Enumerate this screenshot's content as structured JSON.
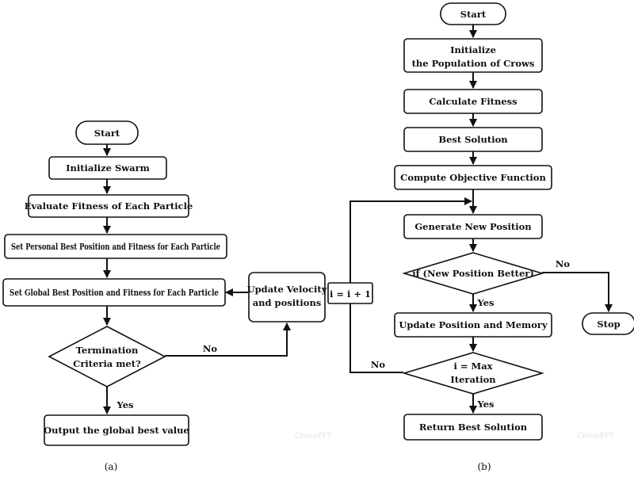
{
  "diagram_a": {
    "nodes": {
      "start": "Start",
      "init_swarm": "Initialize Swarm",
      "eval_fitness": "Evaluate Fitness of Each Particle",
      "personal_best": "Set Personal Best Position and Fitness for Each Particle",
      "global_best": "Set Global Best Position and Fitness for Each Particle",
      "update_velocity_1": "Update Velocity",
      "update_velocity_2": "and positions",
      "termination_1": "Termination",
      "termination_2": "Criteria met?",
      "output": "Output the global best value"
    },
    "edges": {
      "no": "No",
      "yes": "Yes"
    },
    "caption": "(a)",
    "watermark": "ChinaEFT"
  },
  "diagram_b": {
    "nodes": {
      "start": "Start",
      "init_pop_1": "Initialize",
      "init_pop_2": "the Population of Crows",
      "calc_fitness": "Calculate Fitness",
      "best_solution": "Best Solution",
      "compute_obj": "Compute Objective Function",
      "gen_position": "Generate New Position",
      "if_better": "if (New Position Better)",
      "update_memory": "Update Position and Memory",
      "stop": "Stop",
      "max_iter_1": "i = Max",
      "max_iter_2": "Iteration",
      "increment": "i = i + 1",
      "return_best": "Return Best Solution"
    },
    "edges": {
      "no_stop": "No",
      "yes_update": "Yes",
      "no_loop": "No",
      "yes_return": "Yes"
    },
    "caption": "(b)",
    "watermark": "ChinaEFT"
  }
}
